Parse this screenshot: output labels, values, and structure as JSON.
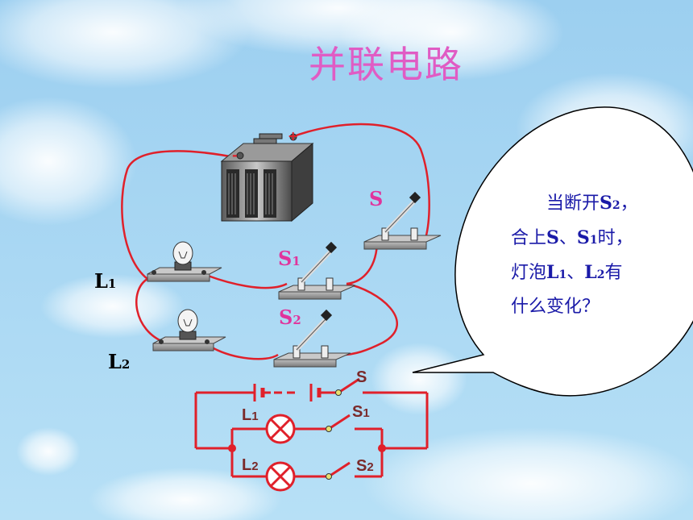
{
  "title": "并联电路",
  "colors": {
    "sky": "#a9d8f2",
    "title": "#e05cc4",
    "wire": "#e0202a",
    "label_magenta": "#e0349c",
    "bubble_text": "#1a1aa8",
    "caption": "#7a2a2a"
  },
  "bubble": {
    "line1_pre": "当断开",
    "line1_s": "S",
    "line1_sub": "2",
    "line1_post": "，",
    "line2_pre": "合上",
    "line2_s": "S",
    "line2_sep": "、",
    "line2_s1": "S",
    "line2_s1_sub": "1",
    "line2_post": "时，",
    "line3_pre": "灯泡",
    "line3_l1": "L",
    "line3_l1_sub": "1",
    "line3_sep": "、",
    "line3_l2": "L",
    "line3_l2_sub": "2",
    "line3_post": "有",
    "line4": "什么变化？"
  },
  "apparatus": {
    "s_label": "S",
    "s1_label": "S",
    "s1_sub": "1",
    "s2_label": "S",
    "s2_sub": "2",
    "l1_label": "L",
    "l1_sub": "1",
    "l2_label": "L",
    "l2_sub": "2",
    "battery_minus": "-",
    "battery_plus": "+"
  },
  "schematic": {
    "s_label": "S",
    "s1_label": "S",
    "s1_sub": "1",
    "s2_label": "S",
    "s2_sub": "2",
    "l1_label": "L",
    "l1_sub": "1",
    "l2_label": "L",
    "l2_sub": "2"
  }
}
